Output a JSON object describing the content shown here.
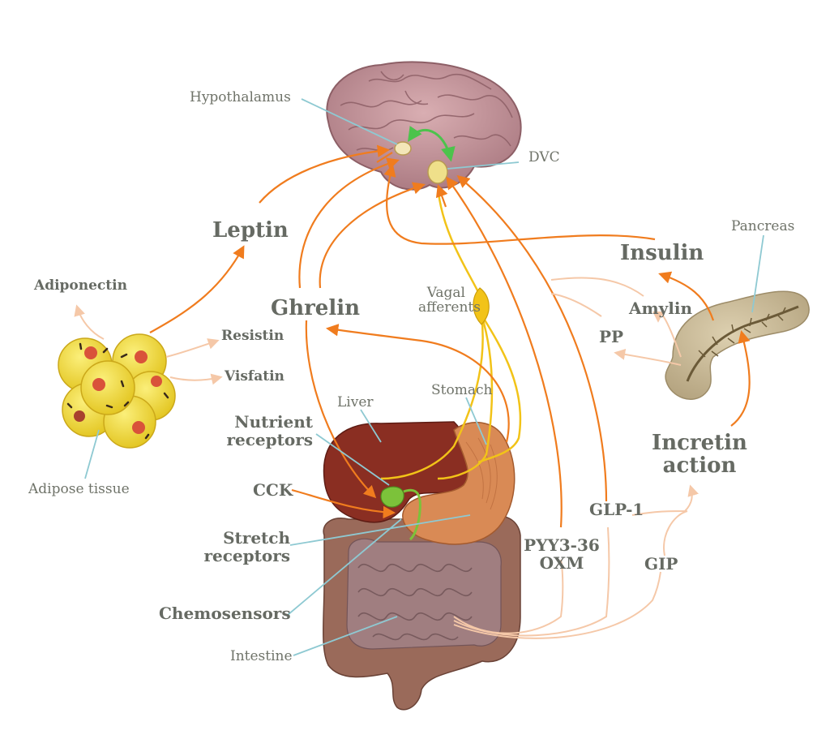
{
  "labels": {
    "hypothalamus": "Hypothalamus",
    "dvc": "DVC",
    "leptin": "Leptin",
    "adiponectin": "Adiponectin",
    "resistin": "Resistin",
    "visfatin": "Visfatin",
    "adipose_tissue": "Adipose tissue",
    "ghrelin": "Ghrelin",
    "vagal_afferents_1": "Vagal",
    "vagal_afferents_2": "afferents",
    "insulin": "Insulin",
    "pancreas": "Pancreas",
    "amylin": "Amylin",
    "pp": "PP",
    "liver": "Liver",
    "stomach": "Stomach",
    "nutrient_receptors_1": "Nutrient",
    "nutrient_receptors_2": "receptors",
    "cck": "CCK",
    "stretch_receptors_1": "Stretch",
    "stretch_receptors_2": "receptors",
    "chemosensors": "Chemosensors",
    "intestine": "Intestine",
    "pyy_1": "PYY3-36",
    "pyy_2": "OXM",
    "glp1": "GLP-1",
    "gip": "GIP",
    "incretin_1": "Incretin",
    "incretin_2": "action"
  },
  "colors": {
    "orange_arrow": "#f07c1e",
    "peach_arrow": "#f5c8a8",
    "callout_line": "#8ec9d2",
    "vagal_nerve": "#f2c318",
    "green_arrow": "#4cc34c",
    "brain": "#c99aa0",
    "liver": "#8a2e22",
    "stomach": "#d98a55",
    "intestine": "#8a6a6a",
    "colon": "#9a6a5a",
    "pancreas": "#c9b898",
    "fat_cell": "#f1da3a",
    "nucleus": "#d9523a"
  }
}
